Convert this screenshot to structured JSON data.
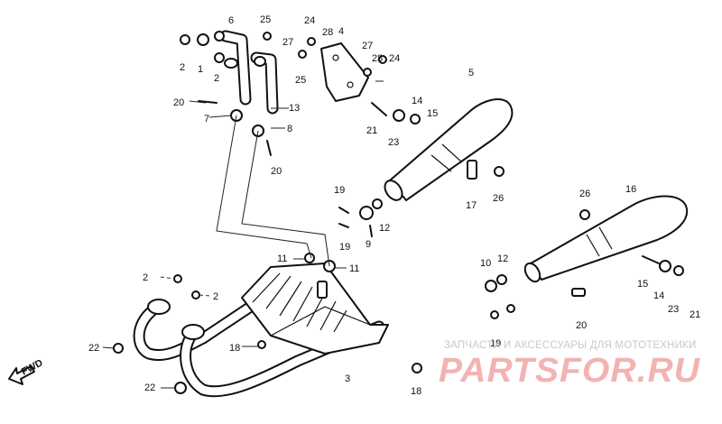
{
  "diagram": {
    "callouts": {
      "c1": "1",
      "c2a": "2",
      "c2b": "2",
      "c2c": "2",
      "c2d": "2",
      "c3": "3",
      "c4": "4",
      "c5": "5",
      "c6": "6",
      "c7": "7",
      "c8": "8",
      "c9": "9",
      "c10": "10",
      "c11a": "11",
      "c11b": "11",
      "c12a": "12",
      "c12b": "12",
      "c13": "13",
      "c14a": "14",
      "c14b": "14",
      "c15a": "15",
      "c15b": "15",
      "c16": "16",
      "c17": "17",
      "c18a": "18",
      "c18b": "18",
      "c19a": "19",
      "c19b": "19",
      "c19c": "19",
      "c20a": "20",
      "c20b": "20",
      "c20c": "20",
      "c21a": "21",
      "c21b": "21",
      "c22a": "22",
      "c22b": "22",
      "c23a": "23",
      "c23b": "23",
      "c24a": "24",
      "c24b": "24",
      "c25a": "25",
      "c25b": "25",
      "c26a": "26",
      "c26b": "26",
      "c27a": "27",
      "c27b": "27",
      "c28a": "28",
      "c28b": "28"
    },
    "direction_label": "FWD"
  },
  "watermark": {
    "tagline": "ЗАПЧАСТИ И АКСЕССУАРЫ ДЛЯ МОТОТЕХНИКИ",
    "brand": "PARTSFOR.RU"
  },
  "colors": {
    "line": "#111111",
    "watermark_brand": "#f2b3b3",
    "watermark_text": "#c9c9c9"
  }
}
